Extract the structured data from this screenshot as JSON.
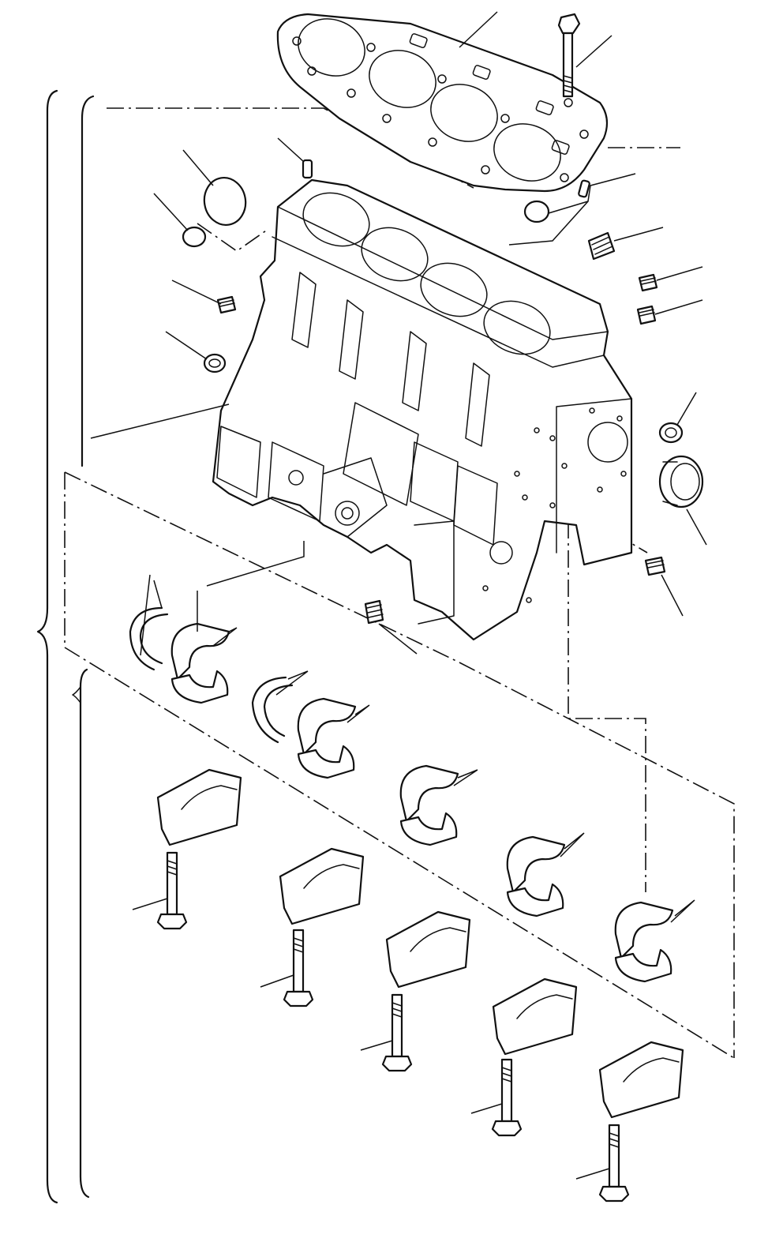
{
  "diagram": {
    "kind": "exploded parts view",
    "assembly": "cylinder block",
    "line_color": "#111111",
    "background_color": "#ffffff",
    "cylinder_count": 4,
    "main_bearing_cap_count": 5,
    "main_bearing_shell_pair_count": 5,
    "thrust_washer_pair_count": 2,
    "callout_count": 23,
    "callout_labels": []
  }
}
